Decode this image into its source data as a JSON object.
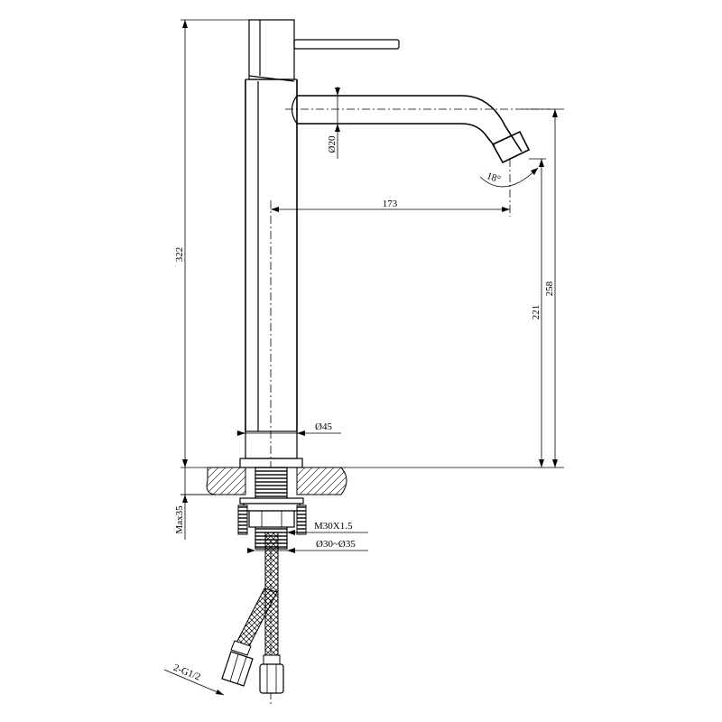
{
  "drawing": {
    "subject": "",
    "dimensions": {
      "overall_height": "322",
      "spout_height": "258",
      "outlet_height": "221",
      "spout_reach": "173",
      "spout_diameter": "Ø20",
      "outlet_angle": "18°",
      "base_diameter": "Ø45",
      "max_deck_thickness": "Max35",
      "thread": "M30X1.5",
      "hole_diameter": "Ø30~Ø35",
      "hose_connection": "2-G1/2"
    }
  }
}
